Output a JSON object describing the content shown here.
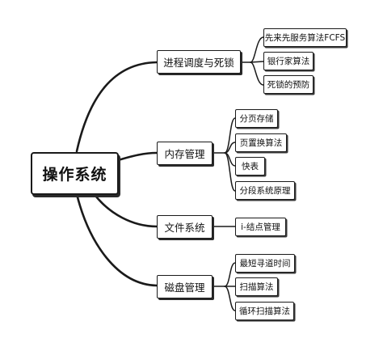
{
  "root": {
    "label": "操作系统"
  },
  "branches": [
    {
      "label": "进程调度与死锁",
      "children": [
        "先来先服务算法FCFS",
        "银行家算法",
        "死锁的预防"
      ]
    },
    {
      "label": "内存管理",
      "children": [
        "分页存储",
        "页置换算法",
        "快表",
        "分段系统原理"
      ]
    },
    {
      "label": "文件系统",
      "children": [
        "i-结点管理"
      ]
    },
    {
      "label": "磁盘管理",
      "children": [
        "最短寻道时间",
        "扫描算法",
        "循环扫描算法"
      ]
    }
  ]
}
